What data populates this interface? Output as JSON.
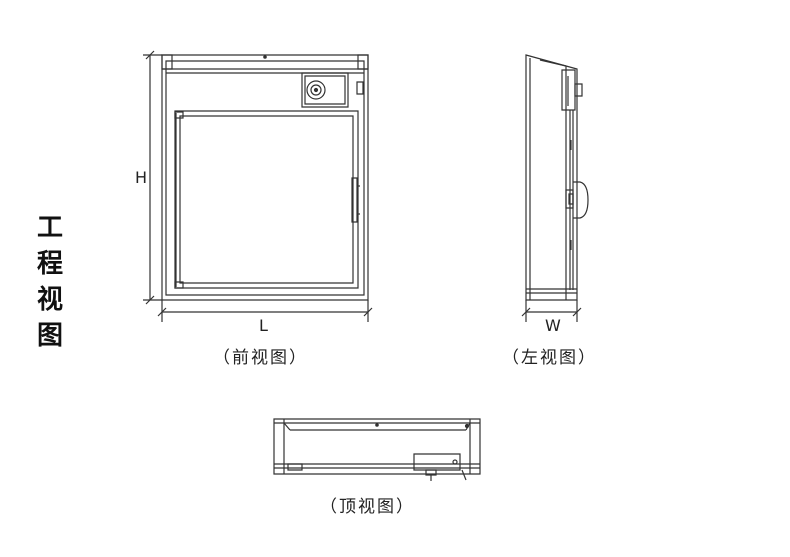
{
  "side_title": [
    "工",
    "程",
    "视",
    "图"
  ],
  "views": {
    "front": {
      "caption": "（前视图）",
      "width_label": "L",
      "height_label": "H"
    },
    "left": {
      "caption": "（左视图）",
      "depth_label": "W"
    },
    "top": {
      "caption": "（顶视图）"
    }
  },
  "colors": {
    "line": "#333333",
    "fill_light": "#f4f4f4"
  }
}
